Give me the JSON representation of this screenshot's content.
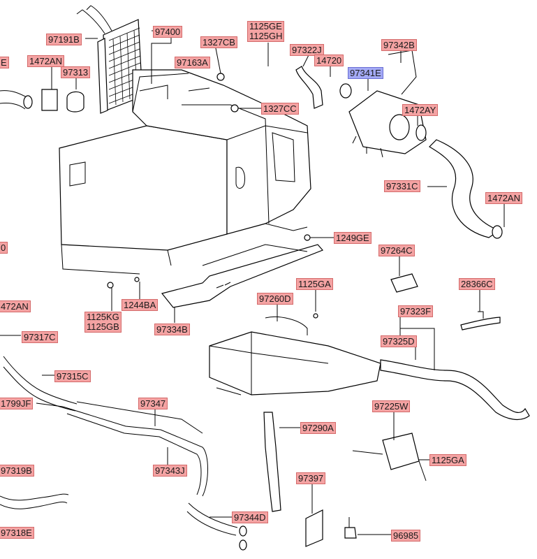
{
  "colors": {
    "label_bg": "#f4a3a3",
    "label_highlight_bg": "#a3a9f5",
    "line": "#000000"
  },
  "labels": {
    "l_97191B": "97191B",
    "l_97400": "97400",
    "l_97163A": "97163A",
    "l_1327CB": "1327CB",
    "l_1125GE": "1125GE",
    "l_1125GH": "1125GH",
    "l_97322J": "97322J",
    "l_14720": "14720",
    "l_97342B": "97342B",
    "l_97341E": "97341E",
    "l_1327CC": "1327CC",
    "l_1472AY": "1472AY",
    "l_E": "E",
    "l_1472AN_a": "1472AN",
    "l_97313": "97313",
    "l_97331C": "97331C",
    "l_1472AN_b": "1472AN",
    "l_1249GE": "1249GE",
    "l_97264C": "97264C",
    "l_0": "0",
    "l_28366C": "28366C",
    "l_1125GA_a": "1125GA",
    "l_97260D": "97260D",
    "l_97323F": "97323F",
    "l_1472AN_c": "472AN",
    "l_1125KG": "1125KG",
    "l_1125GB": "1125GB",
    "l_1244BA": "1244BA",
    "l_97334B": "97334B",
    "l_97325D": "97325D",
    "l_97317C": "97317C",
    "l_97315C": "97315C",
    "l_1799JF": "1799JF",
    "l_97347": "97347",
    "l_97225W": "97225W",
    "l_97290A": "97290A",
    "l_1125GA_b": "1125GA",
    "l_97343J": "97343J",
    "l_97319B": "97319B",
    "l_97397": "97397",
    "l_97344D": "97344D",
    "l_97318E": "97318E",
    "l_96985": "96985"
  }
}
